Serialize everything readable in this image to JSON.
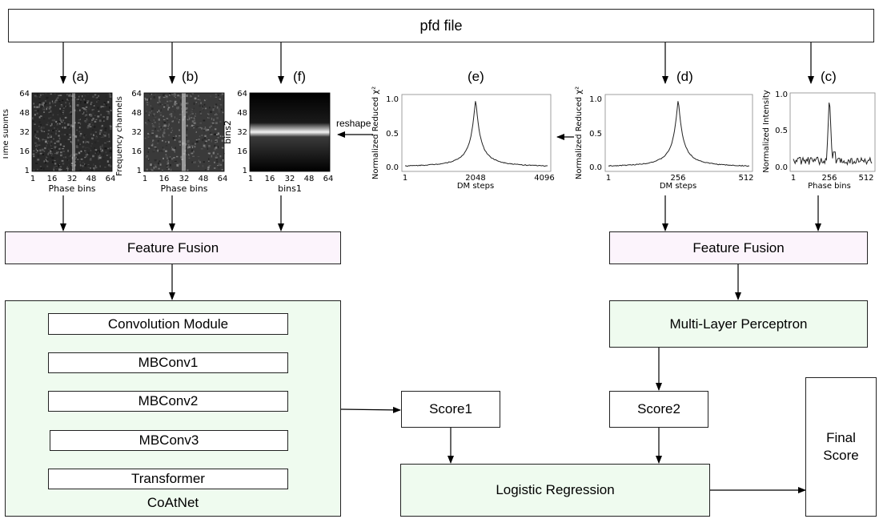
{
  "top": {
    "pfd_label": "pfd file"
  },
  "panels": {
    "a": {
      "tag": "(a)",
      "ylabel": "Time subints",
      "xlabel": "Phase bins",
      "yticks": [
        "64",
        "48",
        "32",
        "16",
        "1"
      ],
      "xticks": [
        "1",
        "16",
        "32",
        "48",
        "64"
      ]
    },
    "b": {
      "tag": "(b)",
      "ylabel": "Frequency channels",
      "xlabel": "Phase bins",
      "yticks": [
        "64",
        "48",
        "32",
        "16",
        "1"
      ],
      "xticks": [
        "1",
        "16",
        "32",
        "48",
        "64"
      ]
    },
    "f": {
      "tag": "(f)",
      "ylabel": "bins2",
      "xlabel": "bins1",
      "yticks": [
        "64",
        "48",
        "32",
        "16",
        "1"
      ],
      "xticks": [
        "1",
        "16",
        "32",
        "48",
        "64"
      ]
    },
    "e": {
      "tag": "(e)",
      "ylabel": "Normalized Reduced χ²",
      "xlabel": "DM steps",
      "yticks": [
        "1.0",
        "0.5",
        "0.0"
      ],
      "xticks": [
        "1",
        "2048",
        "4096"
      ]
    },
    "d": {
      "tag": "(d)",
      "ylabel": "Normalized Reduced χ²",
      "xlabel": "DM steps",
      "yticks": [
        "1.0",
        "0.5",
        "0.0"
      ],
      "xticks": [
        "1",
        "256",
        "512"
      ]
    },
    "c": {
      "tag": "(c)",
      "ylabel": "Normalized Intensity",
      "xlabel": "Phase bins",
      "yticks": [
        "1.0",
        "0.5",
        "0.0"
      ],
      "xticks": [
        "1",
        "256",
        "512"
      ]
    }
  },
  "reshape_label": "reshape",
  "left": {
    "fusion": "Feature Fusion",
    "modules": [
      "Convolution Module",
      "MBConv1",
      "MBConv2",
      "MBConv3",
      "Transformer"
    ],
    "container": "CoAtNet",
    "score": "Score1"
  },
  "right": {
    "fusion": "Feature Fusion",
    "mlp": "Multi-Layer Perceptron",
    "score": "Score2"
  },
  "bottom": {
    "logistic": "Logistic Regression",
    "final_line1": "Final",
    "final_line2": "Score"
  },
  "colors": {
    "pink": "#fcf4fc",
    "green": "#effbef",
    "border": "#222222"
  }
}
